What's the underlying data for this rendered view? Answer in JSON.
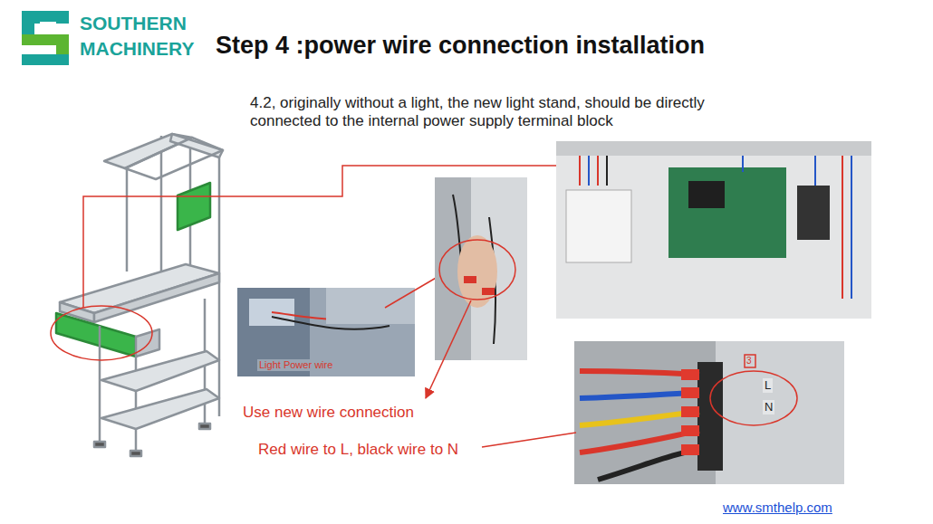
{
  "diagram": {
    "title": "Step 4 :power wire connection installation",
    "labels": [
      "SOUTHERN",
      "MACHINERY",
      "4.2, originally without a light, the new light stand, should be directly connected to the internal power supply terminal block",
      "Light Power wire",
      "Use new wire connection",
      "Red wire to L, black wire to N",
      "3",
      "L",
      "N",
      "www.smthelp.com"
    ]
  }
}
